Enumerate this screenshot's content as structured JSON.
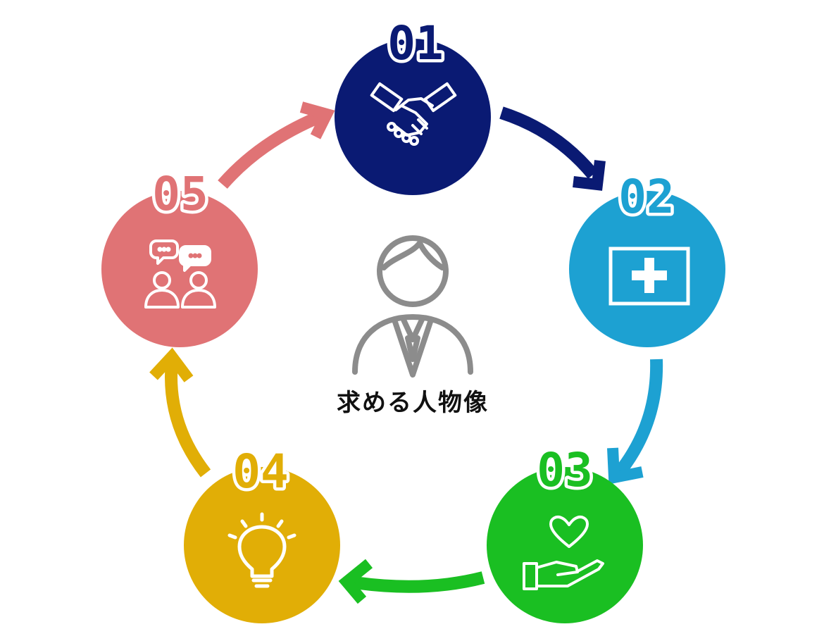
{
  "center": {
    "label": "求める人物像",
    "icon": "businessperson-icon",
    "color": "#8c8c8c"
  },
  "steps": [
    {
      "number": "01",
      "icon": "handshake-icon",
      "color": "#0a1a73"
    },
    {
      "number": "02",
      "icon": "medical-cross-icon",
      "color": "#1da1d2"
    },
    {
      "number": "03",
      "icon": "heart-in-hand-icon",
      "color": "#1abf22"
    },
    {
      "number": "04",
      "icon": "lightbulb-icon",
      "color": "#e1ae06"
    },
    {
      "number": "05",
      "icon": "people-chat-icon",
      "color": "#e07375"
    }
  ]
}
